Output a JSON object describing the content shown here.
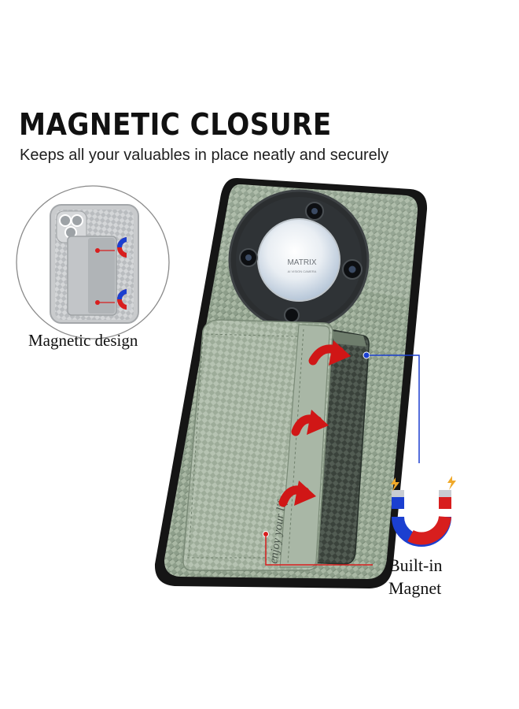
{
  "headline": "MAGNETIC CLOSURE",
  "subline": "Keeps all your valuables in place neatly and securely",
  "callouts": {
    "left_label": "Magnetic design",
    "right_label_line1": "Built-in",
    "right_label_line2": "Magnet"
  },
  "phone": {
    "camera_brand": "MATRIX",
    "camera_sub": "AI VISION CAMERA",
    "card_slogan": "enjoy your life",
    "case_color": "#8d9e8a",
    "bumper_color": "#151515"
  },
  "colors": {
    "arrow_red": "#d01616",
    "leader_blue": "#1b3fd0",
    "leader_red": "#d81e1e"
  }
}
